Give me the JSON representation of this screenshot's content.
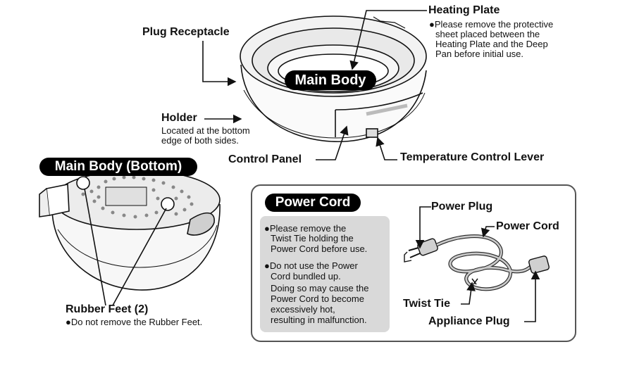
{
  "labels": {
    "heating_plate": "Heating Plate",
    "heating_plate_note": [
      "●Please remove the protective",
      "sheet placed between the",
      "Heating Plate and the Deep",
      "Pan before initial use."
    ],
    "plug_receptacle": "Plug Receptacle",
    "main_body": "Main Body",
    "holder": "Holder",
    "holder_note": [
      "Located at the bottom",
      "edge of both sides."
    ],
    "control_panel": "Control Panel",
    "temperature_control_lever": "Temperature Control Lever",
    "main_body_bottom": "Main Body (Bottom)",
    "rubber_feet": "Rubber Feet (2)",
    "rubber_feet_note": "●Do not remove the Rubber Feet.",
    "power_cord_title": "Power Cord",
    "power_plug": "Power Plug",
    "power_cord": "Power Cord",
    "twist_tie": "Twist Tie",
    "appliance_plug": "Appliance Plug"
  },
  "power_cord_notes": {
    "note1": [
      "●Please remove the",
      "Twist Tie holding the",
      "Power Cord before use."
    ],
    "note2": [
      "●Do not use the Power",
      "Cord bundled up.",
      "Doing so may cause the",
      "Power Cord to become",
      "excessively hot,",
      "resulting in malfunction."
    ]
  }
}
